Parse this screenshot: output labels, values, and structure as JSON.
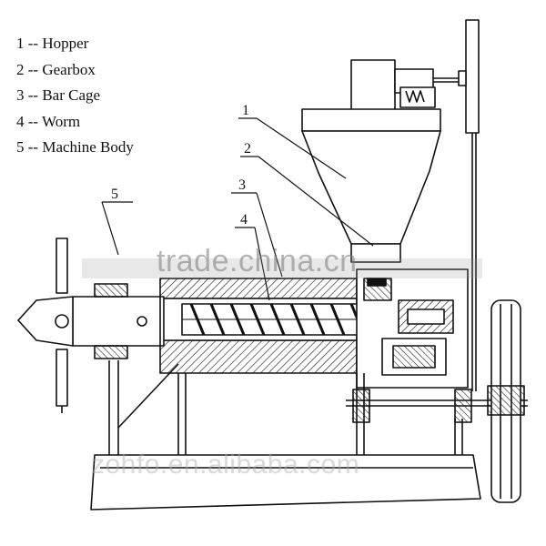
{
  "legend": {
    "items": [
      {
        "num": "1",
        "label": "Hopper"
      },
      {
        "num": "2",
        "label": "Gearbox"
      },
      {
        "num": "3",
        "label": "Bar Cage"
      },
      {
        "num": "4",
        "label": "Worm"
      },
      {
        "num": "5",
        "label": "Machine Body"
      }
    ],
    "separator": " -- "
  },
  "callouts": [
    "1",
    "2",
    "3",
    "4",
    "5"
  ],
  "watermarks": {
    "primary": "trade.china.cn",
    "secondary": "zohfo.en.alibaba.com"
  }
}
